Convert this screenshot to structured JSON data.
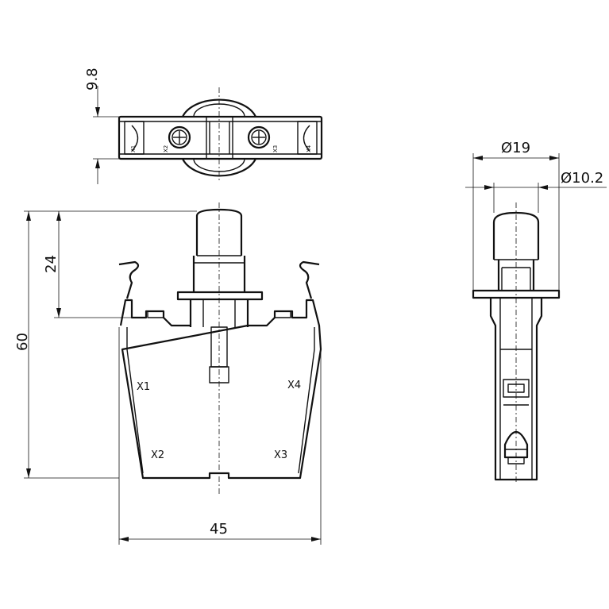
{
  "dimensions": {
    "top_view_height": "9.8",
    "outer_diameter": "Ø19",
    "inner_diameter": "Ø10.2",
    "plunger_height": "24",
    "total_height": "60",
    "total_width": "45"
  },
  "terminal_labels": {
    "x1": "X1",
    "x2": "X2",
    "x3": "X3",
    "x4": "X4"
  },
  "top_view_labels": {
    "x1": "X1",
    "x2": "X2",
    "x3": "X3",
    "x4": "X4"
  }
}
